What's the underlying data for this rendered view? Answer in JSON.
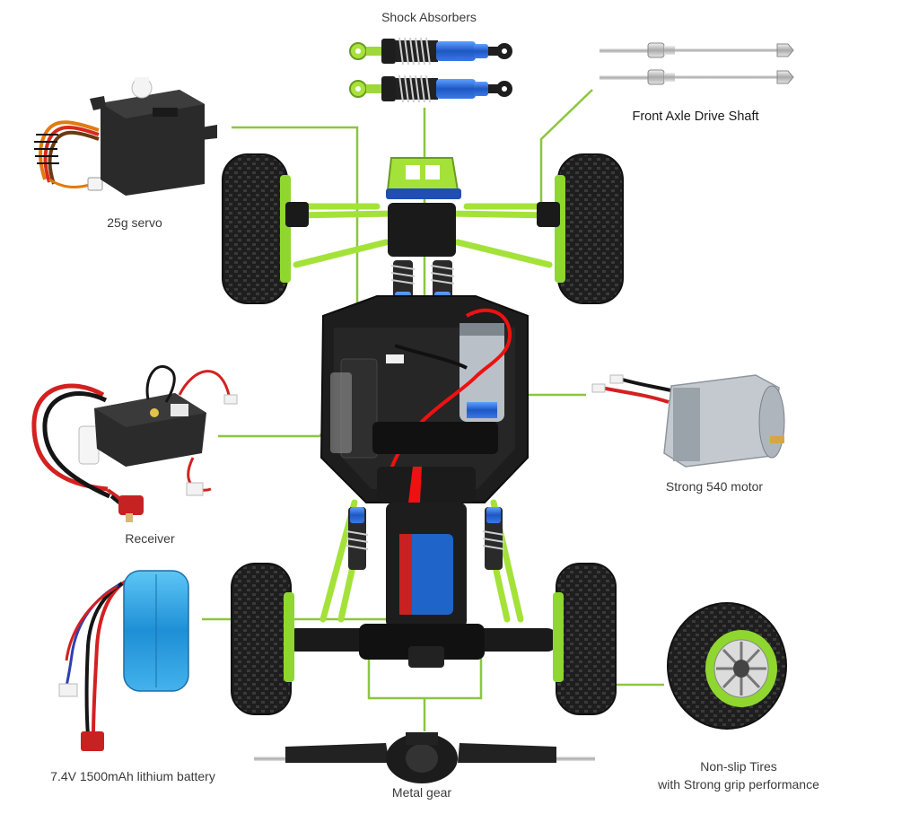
{
  "labels": {
    "shock_absorbers": "Shock Absorbers",
    "front_axle_drive_shaft": "Front Axle Drive Shaft",
    "servo": "25g servo",
    "motor": "Strong 540 motor",
    "receiver": "Receiver",
    "battery": "7.4V 1500mAh lithium battery",
    "metal_gear": "Metal gear",
    "tires_line1": "Non-slip Tires",
    "tires_line2": "with Strong grip performance"
  },
  "colors": {
    "callout_line": "#8cc63f",
    "chassis_green": "#9fe034",
    "chassis_black": "#1c1c1c",
    "shock_blue": "#1f64c8",
    "battery_blue": "#2ea3e0",
    "wire_red": "#d42020"
  },
  "icons": [
    "servo",
    "shock-absorber",
    "drive-shaft",
    "rc-car-chassis",
    "motor",
    "receiver",
    "battery",
    "gear-axle",
    "tire"
  ]
}
